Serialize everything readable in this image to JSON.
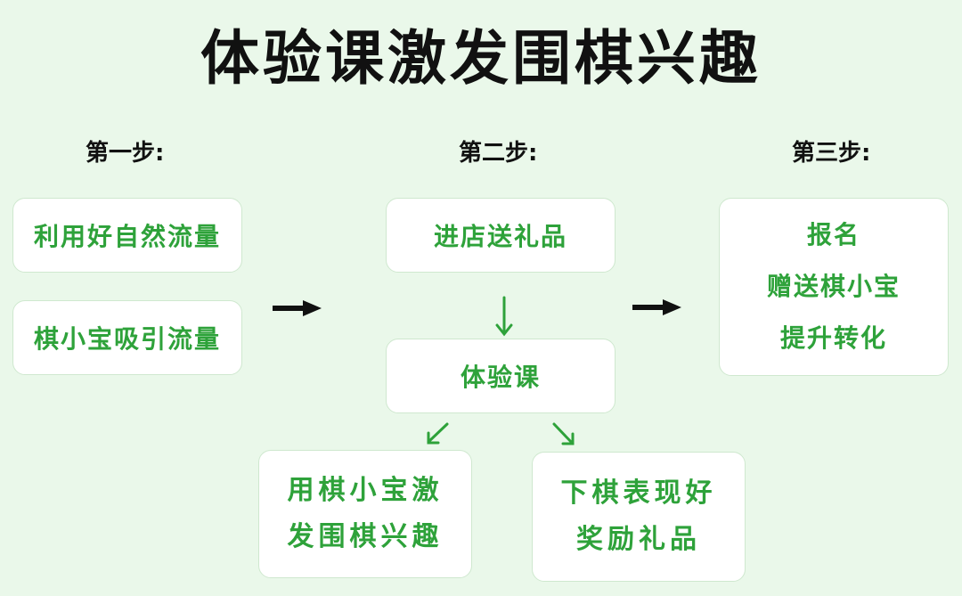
{
  "title": "体验课激发围棋兴趣",
  "steps": [
    {
      "label": "第一步:",
      "boxes": [
        {
          "lines": [
            "利用好自然流量"
          ]
        },
        {
          "lines": [
            "棋小宝吸引流量"
          ]
        }
      ]
    },
    {
      "label": "第二步:",
      "boxes": [
        {
          "lines": [
            "进店送礼品"
          ]
        },
        {
          "lines": [
            "体验课"
          ]
        },
        {
          "lines": [
            "用棋小宝激",
            "发围棋兴趣"
          ]
        },
        {
          "lines": [
            "下棋表现好",
            "奖励礼品"
          ]
        }
      ]
    },
    {
      "label": "第三步:",
      "boxes": [
        {
          "lines": [
            "报名",
            "赠送棋小宝",
            "提升转化"
          ]
        }
      ]
    }
  ],
  "colors": {
    "background": "#eaf8ea",
    "accent_green": "#2ea23a",
    "text_dark": "#111111",
    "box_fill": "#ffffff",
    "box_border": "#cfe8cf"
  }
}
